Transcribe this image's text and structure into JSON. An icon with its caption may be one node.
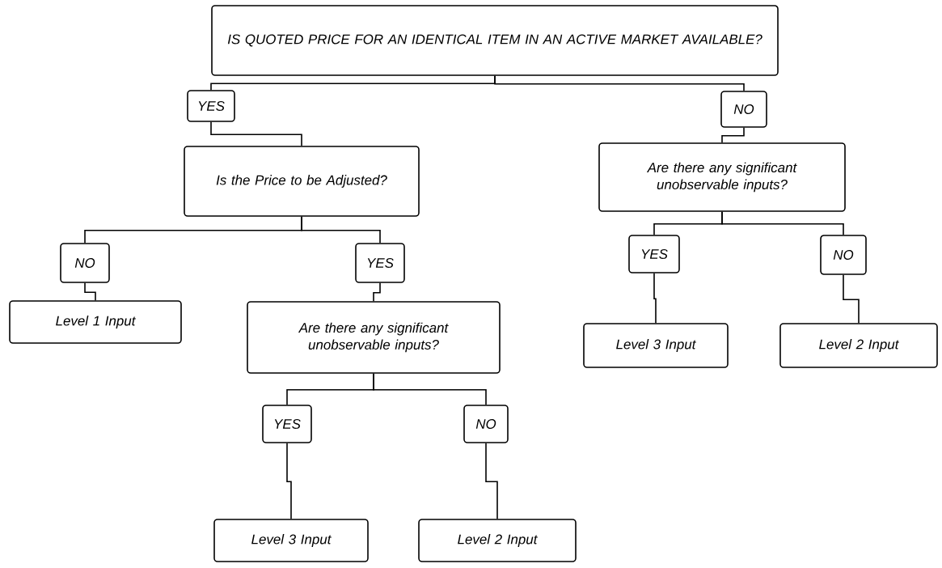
{
  "diagram": {
    "nodes": [
      {
        "text": [
          "IS QUOTED PRICE FOR AN IDENTICAL ITEM IN AN ACTIVE MARKET AVAILABLE?"
        ]
      },
      {
        "text": [
          "YES"
        ]
      },
      {
        "text": [
          "NO"
        ]
      },
      {
        "text": [
          "Is the Price to be Adjusted?"
        ]
      },
      {
        "text": [
          "Are there any significant unobservable inputs?"
        ]
      },
      {
        "text": [
          "NO"
        ]
      },
      {
        "text": [
          "YES"
        ]
      },
      {
        "text": [
          "YES"
        ]
      },
      {
        "text": [
          "NO"
        ]
      },
      {
        "text": [
          "Level 1 Input"
        ]
      },
      {
        "text": [
          "Are there any significant unobservable inputs?"
        ]
      },
      {
        "text": [
          "Level 3 Input"
        ]
      },
      {
        "text": [
          "Level 2 Input"
        ]
      },
      {
        "text": [
          "YES"
        ]
      },
      {
        "text": [
          "NO"
        ]
      },
      {
        "text": [
          "Level 3 Input"
        ]
      },
      {
        "text": [
          "Level 2 Input"
        ]
      }
    ],
    "edges": [
      {
        "from": 0,
        "to": 1,
        "arrow": "none"
      },
      {
        "from": 0,
        "to": 2,
        "arrow": "none"
      },
      {
        "from": 1,
        "to": 3,
        "arrow": "none"
      },
      {
        "from": 2,
        "to": 4,
        "arrow": "none"
      },
      {
        "from": 3,
        "to": 5,
        "arrow": "none"
      },
      {
        "from": 3,
        "to": 6,
        "arrow": "none"
      },
      {
        "from": 5,
        "to": 9,
        "arrow": "none"
      },
      {
        "from": 6,
        "to": 10,
        "arrow": "none"
      },
      {
        "from": 4,
        "to": 7,
        "arrow": "none"
      },
      {
        "from": 4,
        "to": 8,
        "arrow": "none"
      },
      {
        "from": 7,
        "to": 11,
        "arrow": "none"
      },
      {
        "from": 8,
        "to": 12,
        "arrow": "none"
      },
      {
        "from": 10,
        "to": 13,
        "arrow": "none"
      },
      {
        "from": 10,
        "to": 14,
        "arrow": "none"
      },
      {
        "from": 13,
        "to": 15,
        "arrow": "none"
      },
      {
        "from": 14,
        "to": 16,
        "arrow": "none"
      }
    ]
  }
}
